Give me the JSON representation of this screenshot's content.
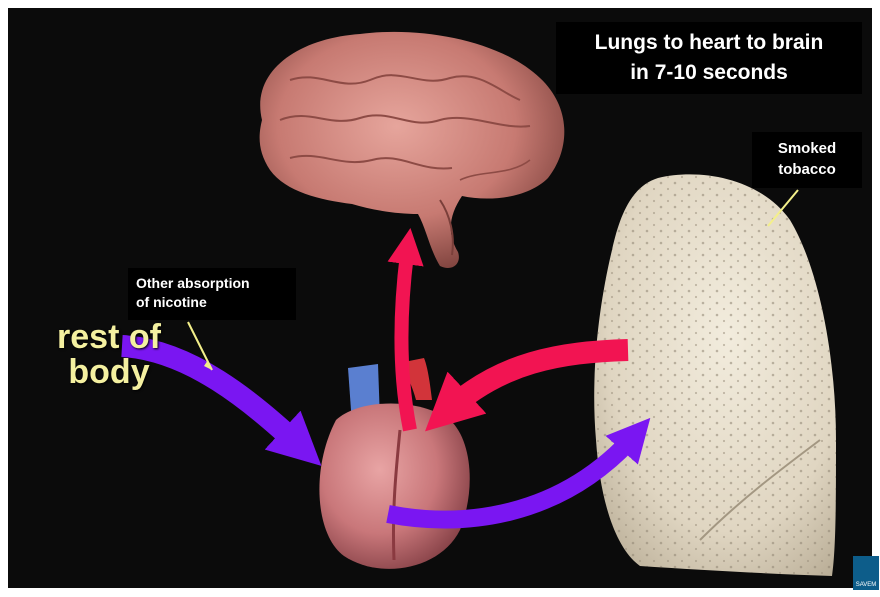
{
  "title": {
    "line1": "Lungs to heart to brain",
    "line2": "in 7-10 seconds"
  },
  "smoked_label": {
    "line1": "Smoked",
    "line2": "tobacco"
  },
  "absorption_label": {
    "line1": "Other absorption",
    "line2": "of nicotine"
  },
  "body_label": {
    "line1": "rest of",
    "line2": "body"
  },
  "logo_text": "SAVEM",
  "colors": {
    "background": "#0b0b0b",
    "arrow_red": "#f21452",
    "arrow_purple": "#7a16f2",
    "label_yellow": "#f4f0a0",
    "pointer_yellow": "#f4f08a",
    "brain": "#c77a72",
    "heart": "#c9777a",
    "lung": "#e4dccb"
  }
}
